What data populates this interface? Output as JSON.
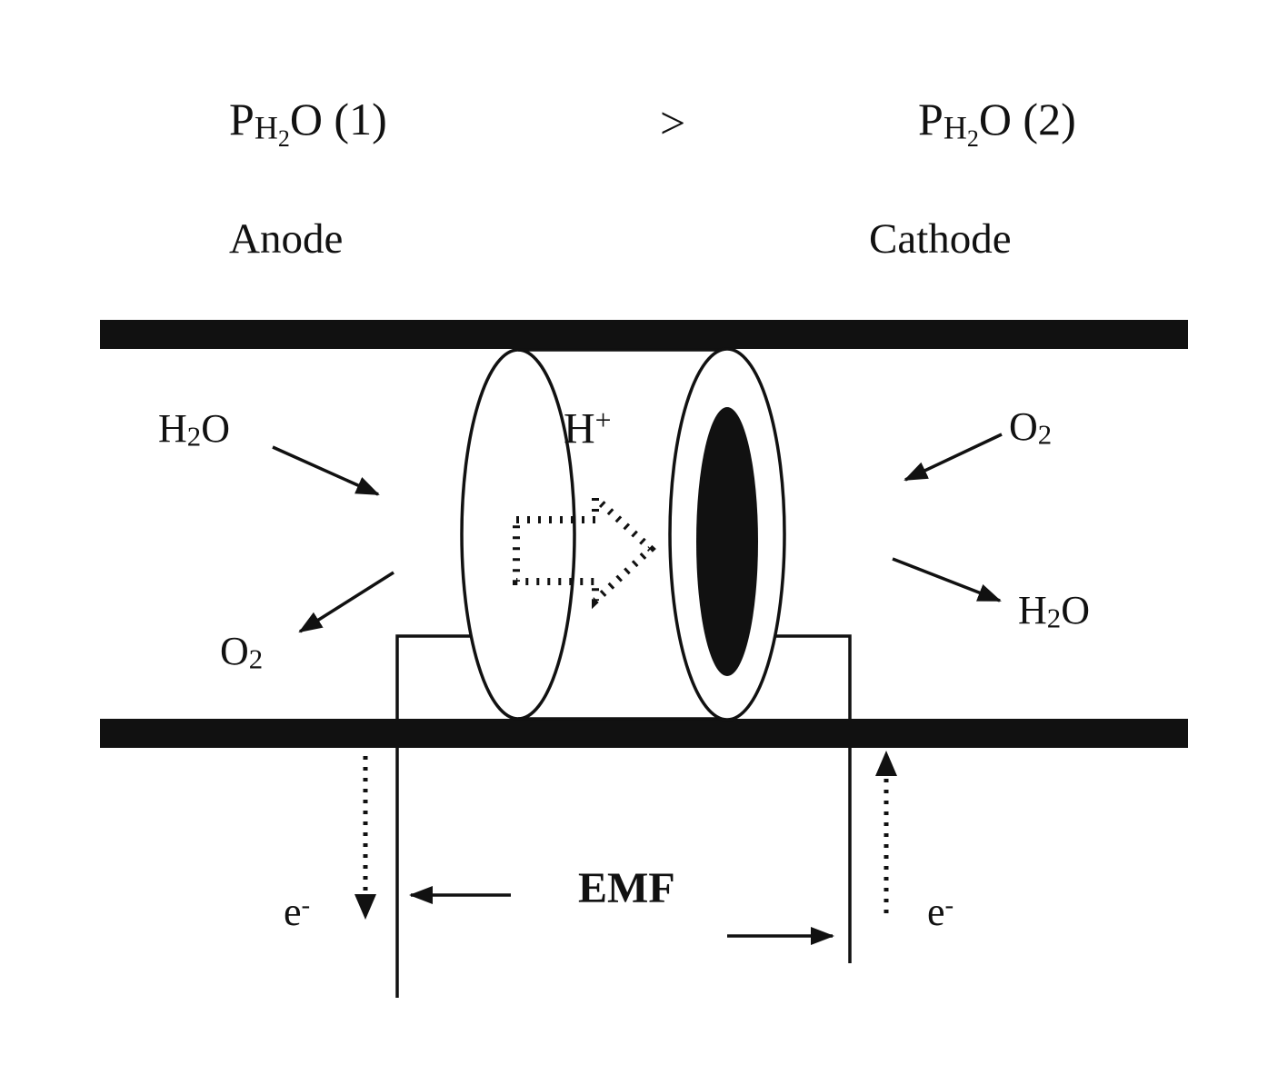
{
  "pressures": {
    "left": {
      "p": "P",
      "h": "H",
      "sub": "2",
      "rest": "O (1)"
    },
    "relation": ">",
    "right": {
      "p": "P",
      "h": "H",
      "sub": "2",
      "rest": "O (2)"
    }
  },
  "electrodes": {
    "anode": "Anode",
    "cathode": "Cathode"
  },
  "species": {
    "h2o_left": {
      "h": "H",
      "sub": "2",
      "o": "O"
    },
    "o2_left": {
      "o": "O",
      "sub": "2"
    },
    "proton": {
      "h": "H",
      "sup": "+"
    },
    "o2_right": {
      "o": "O",
      "sub": "2"
    },
    "h2o_right": {
      "h": "H",
      "sub": "2",
      "o": "O"
    }
  },
  "circuit": {
    "emf": "EMF",
    "electron_left": {
      "e": "e",
      "sup": "-"
    },
    "electron_right": {
      "e": "e",
      "sup": "-"
    }
  },
  "colors": {
    "ink": "#111111",
    "background": "#ffffff"
  }
}
